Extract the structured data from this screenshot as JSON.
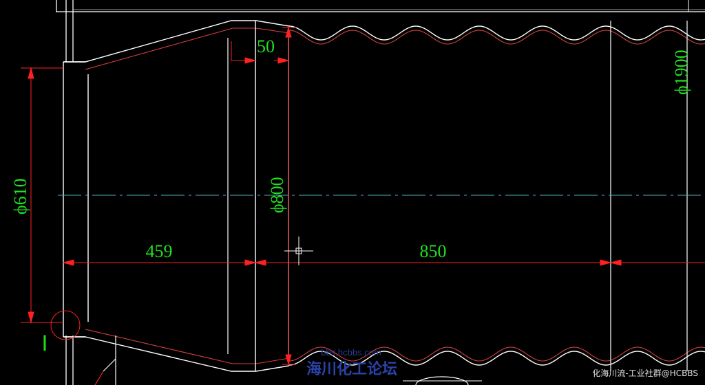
{
  "dimensions": {
    "d610": "ϕ610",
    "d800": "ϕ800",
    "d1900": "ϕ1900",
    "len459": "459",
    "len850": "850",
    "len50": "50"
  },
  "detail_label": "I",
  "watermark": {
    "url": "bbs.hcbbs.com",
    "forum": "海川化工论坛",
    "corner": "化海川流-工业社群@HCBBS"
  },
  "colors": {
    "background": "#000000",
    "outline": "#ffffff",
    "wall_inner": "#d44040",
    "dimension_line": "#ff2020",
    "dimension_text": "#1ee01e",
    "centerline": "#4fb0c0"
  }
}
